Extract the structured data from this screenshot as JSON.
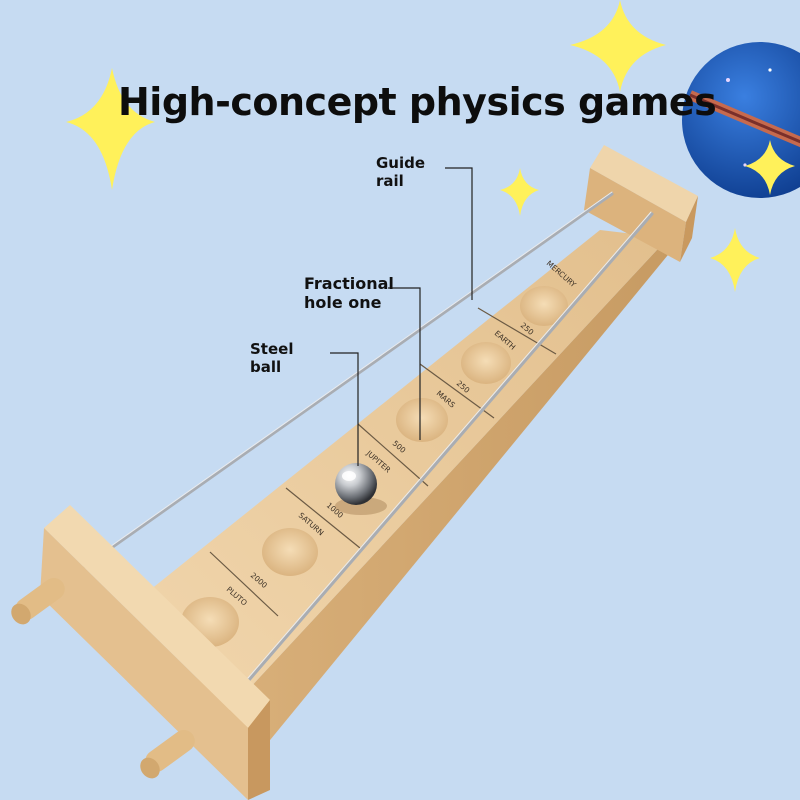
{
  "headline": "High-concept physics games",
  "callouts": {
    "guide_rail": "Guide\nrail",
    "fractional_hole": "Fractional\nhole one",
    "steel_ball": "Steel\nball"
  },
  "board": {
    "holes": [
      {
        "planet": "MERCURY",
        "score": "250"
      },
      {
        "planet": "EARTH",
        "score": "250"
      },
      {
        "planet": "MARS",
        "score": "500"
      },
      {
        "planet": "JUPITER",
        "score": "1000"
      },
      {
        "planet": "SATURN",
        "score": "2000"
      },
      {
        "planet": "PLUTO",
        "score": ""
      }
    ]
  },
  "colors": {
    "background": "#c6dbf2",
    "wood": "#e8c89c",
    "star": "#fff15a",
    "planet": "#1a56b3",
    "rail": "#a9adb3"
  }
}
